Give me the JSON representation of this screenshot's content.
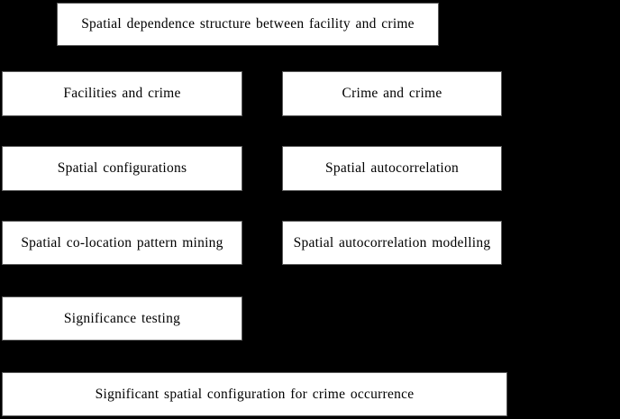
{
  "diagram": {
    "type": "flowchart",
    "background_color": "#000000",
    "box_fill_color": "#ffffff",
    "box_border_color": "#5a5a5a",
    "box_text_color": "#000000",
    "title_box": {
      "label": "Spatial dependence structure between facility and crime"
    },
    "left_column": {
      "boxes": [
        {
          "label": "Facilities and crime"
        },
        {
          "label": "Spatial configurations"
        },
        {
          "label": "Spatial co-location pattern mining"
        },
        {
          "label": "Significance testing"
        }
      ]
    },
    "right_column": {
      "boxes": [
        {
          "label": "Crime and crime"
        },
        {
          "label": "Spatial autocorrelation"
        },
        {
          "label": "Spatial autocorrelation modelling"
        }
      ]
    },
    "result_box": {
      "label": "Significant spatial configuration for crime occurrence"
    }
  }
}
